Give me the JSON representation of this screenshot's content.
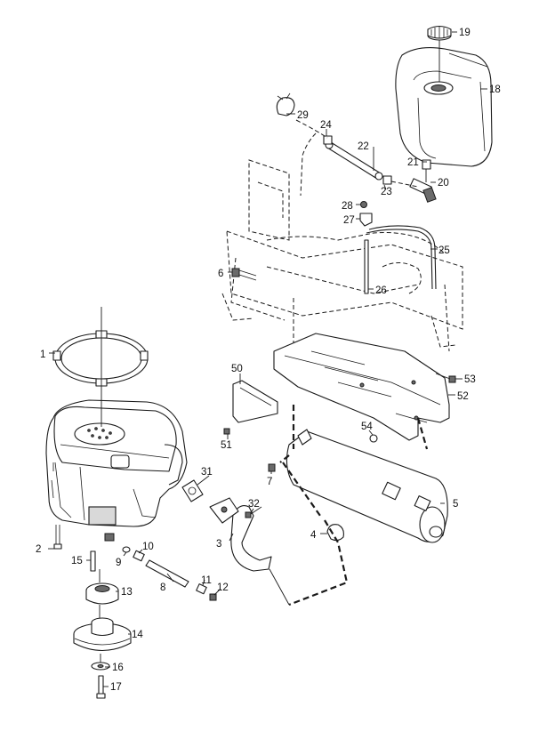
{
  "callouts": {
    "c1": "1",
    "c2": "2",
    "c3": "3",
    "c4": "4",
    "c5": "5",
    "c6": "6",
    "c7": "7",
    "c8": "8",
    "c9": "9",
    "c10": "10",
    "c11": "11",
    "c12": "12",
    "c13": "13",
    "c14": "14",
    "c15": "15",
    "c16": "16",
    "c17": "17",
    "c18": "18",
    "c19": "19",
    "c20": "20",
    "c21": "21",
    "c22": "22",
    "c23": "23",
    "c24": "24",
    "c25": "25",
    "c26": "26",
    "c27": "27",
    "c28": "28",
    "c29": "29",
    "c31": "31",
    "c32": "32",
    "c50": "50",
    "c51": "51",
    "c52": "52",
    "c53": "53",
    "c54": "54"
  }
}
